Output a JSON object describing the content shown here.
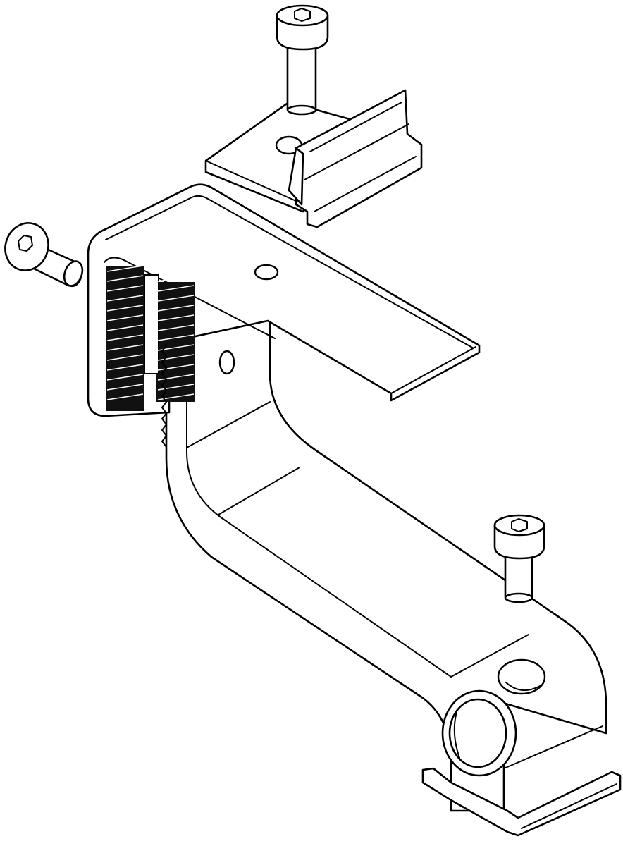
{
  "diagram": {
    "kind": "exploded isometric line drawing",
    "parts": [
      "bracket",
      "rail-clamp",
      "socket-head-bolt-top",
      "socket-head-bolt-side",
      "socket-head-bolt-bottom"
    ],
    "colors": {
      "line": "#000000",
      "fill": "#ffffff",
      "hatch": "#111111"
    },
    "serration_count": 14
  }
}
